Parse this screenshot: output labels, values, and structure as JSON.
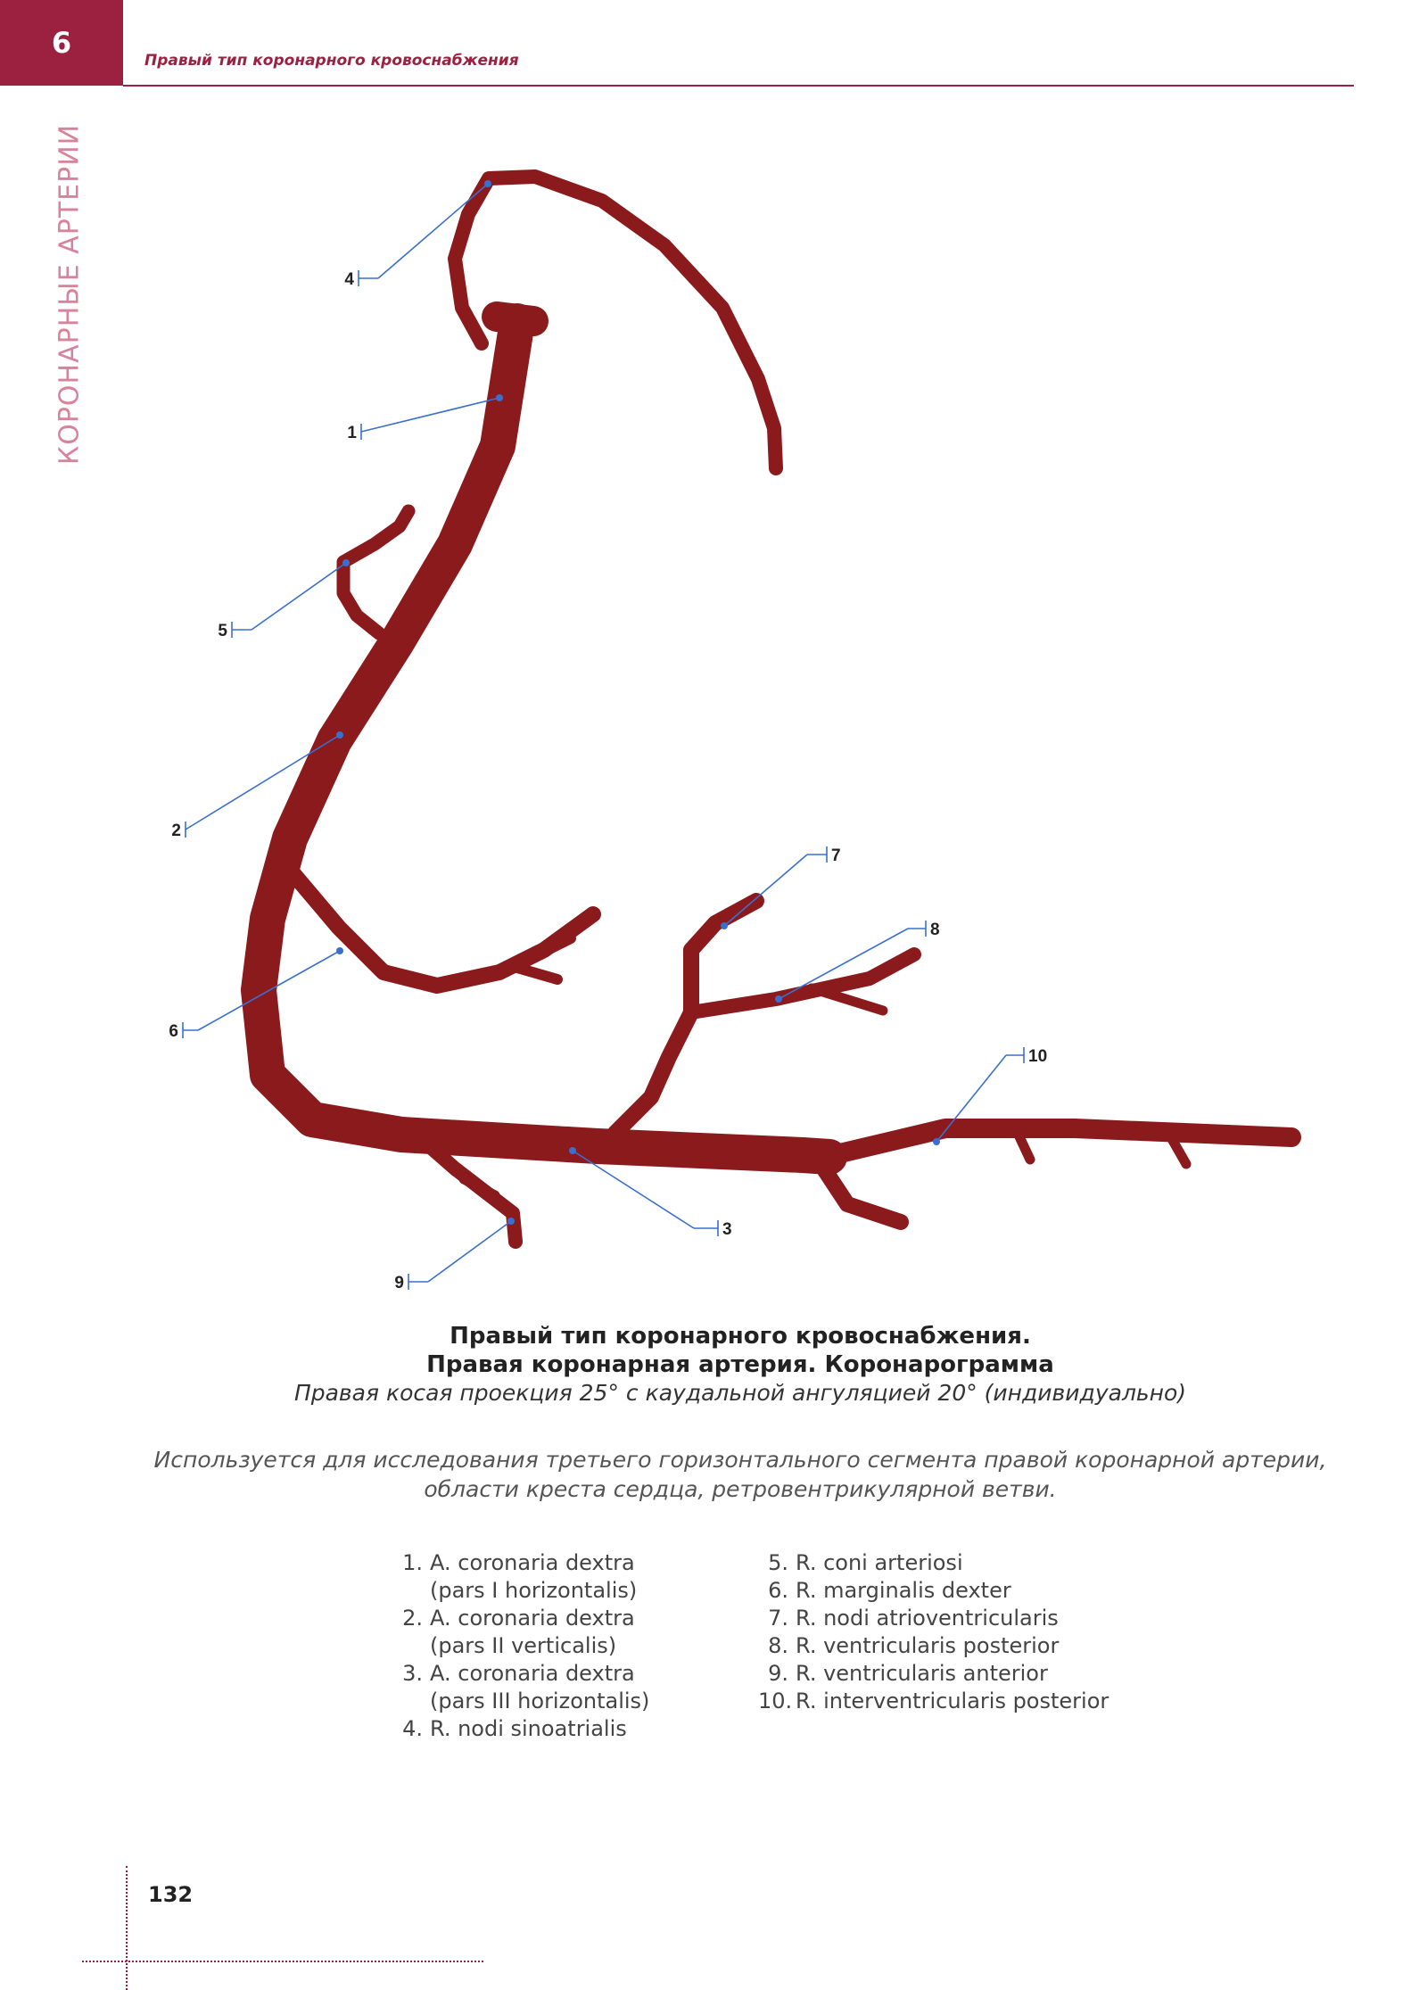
{
  "header": {
    "chapter_number": "6",
    "title": "Правый тип коронарного кровоснабжения"
  },
  "side_label": "КОРОНАРНЫЕ АРТЕРИИ",
  "figure": {
    "callout_numbers": [
      "1",
      "2",
      "3",
      "4",
      "5",
      "6",
      "7",
      "8",
      "9",
      "10"
    ],
    "vessel_color": "#8b1a1c",
    "callout_color": "#3a6fd0"
  },
  "caption": {
    "title_line1": "Правый тип коронарного кровоснабжения.",
    "title_line2": "Правая коронарная артерия. Коронарограмма",
    "subtitle": "Правая косая проекция 25° с каудальной ангуляцией 20° (индивидуально)"
  },
  "description": {
    "line1": "Используется для исследования третьего горизонтального сегмента правой коронарной артерии,",
    "line2": "области креста сердца, ретровентрикулярной ветви."
  },
  "legend": {
    "left": [
      {
        "num": "1.",
        "text": "A. coronaria dextra"
      },
      {
        "num": "",
        "text": "(pars I horizontalis)"
      },
      {
        "num": "2.",
        "text": "A. coronaria dextra"
      },
      {
        "num": "",
        "text": "(pars II verticalis)"
      },
      {
        "num": "3.",
        "text": "A. coronaria dextra"
      },
      {
        "num": "",
        "text": "(pars III horizontalis)"
      },
      {
        "num": "4.",
        "text": "R. nodi sinoatrialis"
      }
    ],
    "right": [
      {
        "num": "5.",
        "text": "R. coni arteriosi"
      },
      {
        "num": "6.",
        "text": "R. marginalis dexter"
      },
      {
        "num": "7.",
        "text": "R. nodi atrioventricularis"
      },
      {
        "num": "8.",
        "text": "R. ventricularis posterior"
      },
      {
        "num": "9.",
        "text": "R. ventricularis anterior"
      },
      {
        "num": "10.",
        "text": "R. interventricularis posterior"
      }
    ]
  },
  "page_number": "132"
}
